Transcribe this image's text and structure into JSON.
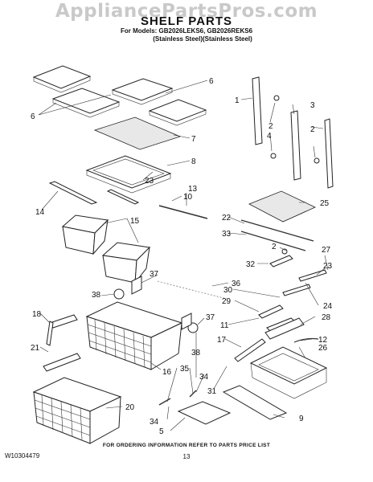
{
  "header": {
    "watermark": "AppliancePartsPros.com",
    "title": "SHELF PARTS",
    "models_line": "For Models: GB2026LEKS6, GB2026REKS6",
    "variants_line": "(Stainless Steel)(Stainless Steel)"
  },
  "callouts": [
    "1",
    "2",
    "3",
    "2",
    "4",
    "6",
    "6",
    "7",
    "8",
    "23",
    "10",
    "13",
    "25",
    "14",
    "15",
    "22",
    "33",
    "2",
    "27",
    "32",
    "23",
    "37",
    "36",
    "30",
    "38",
    "29",
    "24",
    "18",
    "37",
    "11",
    "28",
    "12",
    "17",
    "26",
    "21",
    "16",
    "38",
    "35",
    "34",
    "31",
    "20",
    "34",
    "9",
    "5"
  ],
  "footer": {
    "note": "FOR ORDERING INFORMATION REFER TO PARTS PRICE LIST",
    "doc_number": "W10304479",
    "page_number": "13"
  }
}
